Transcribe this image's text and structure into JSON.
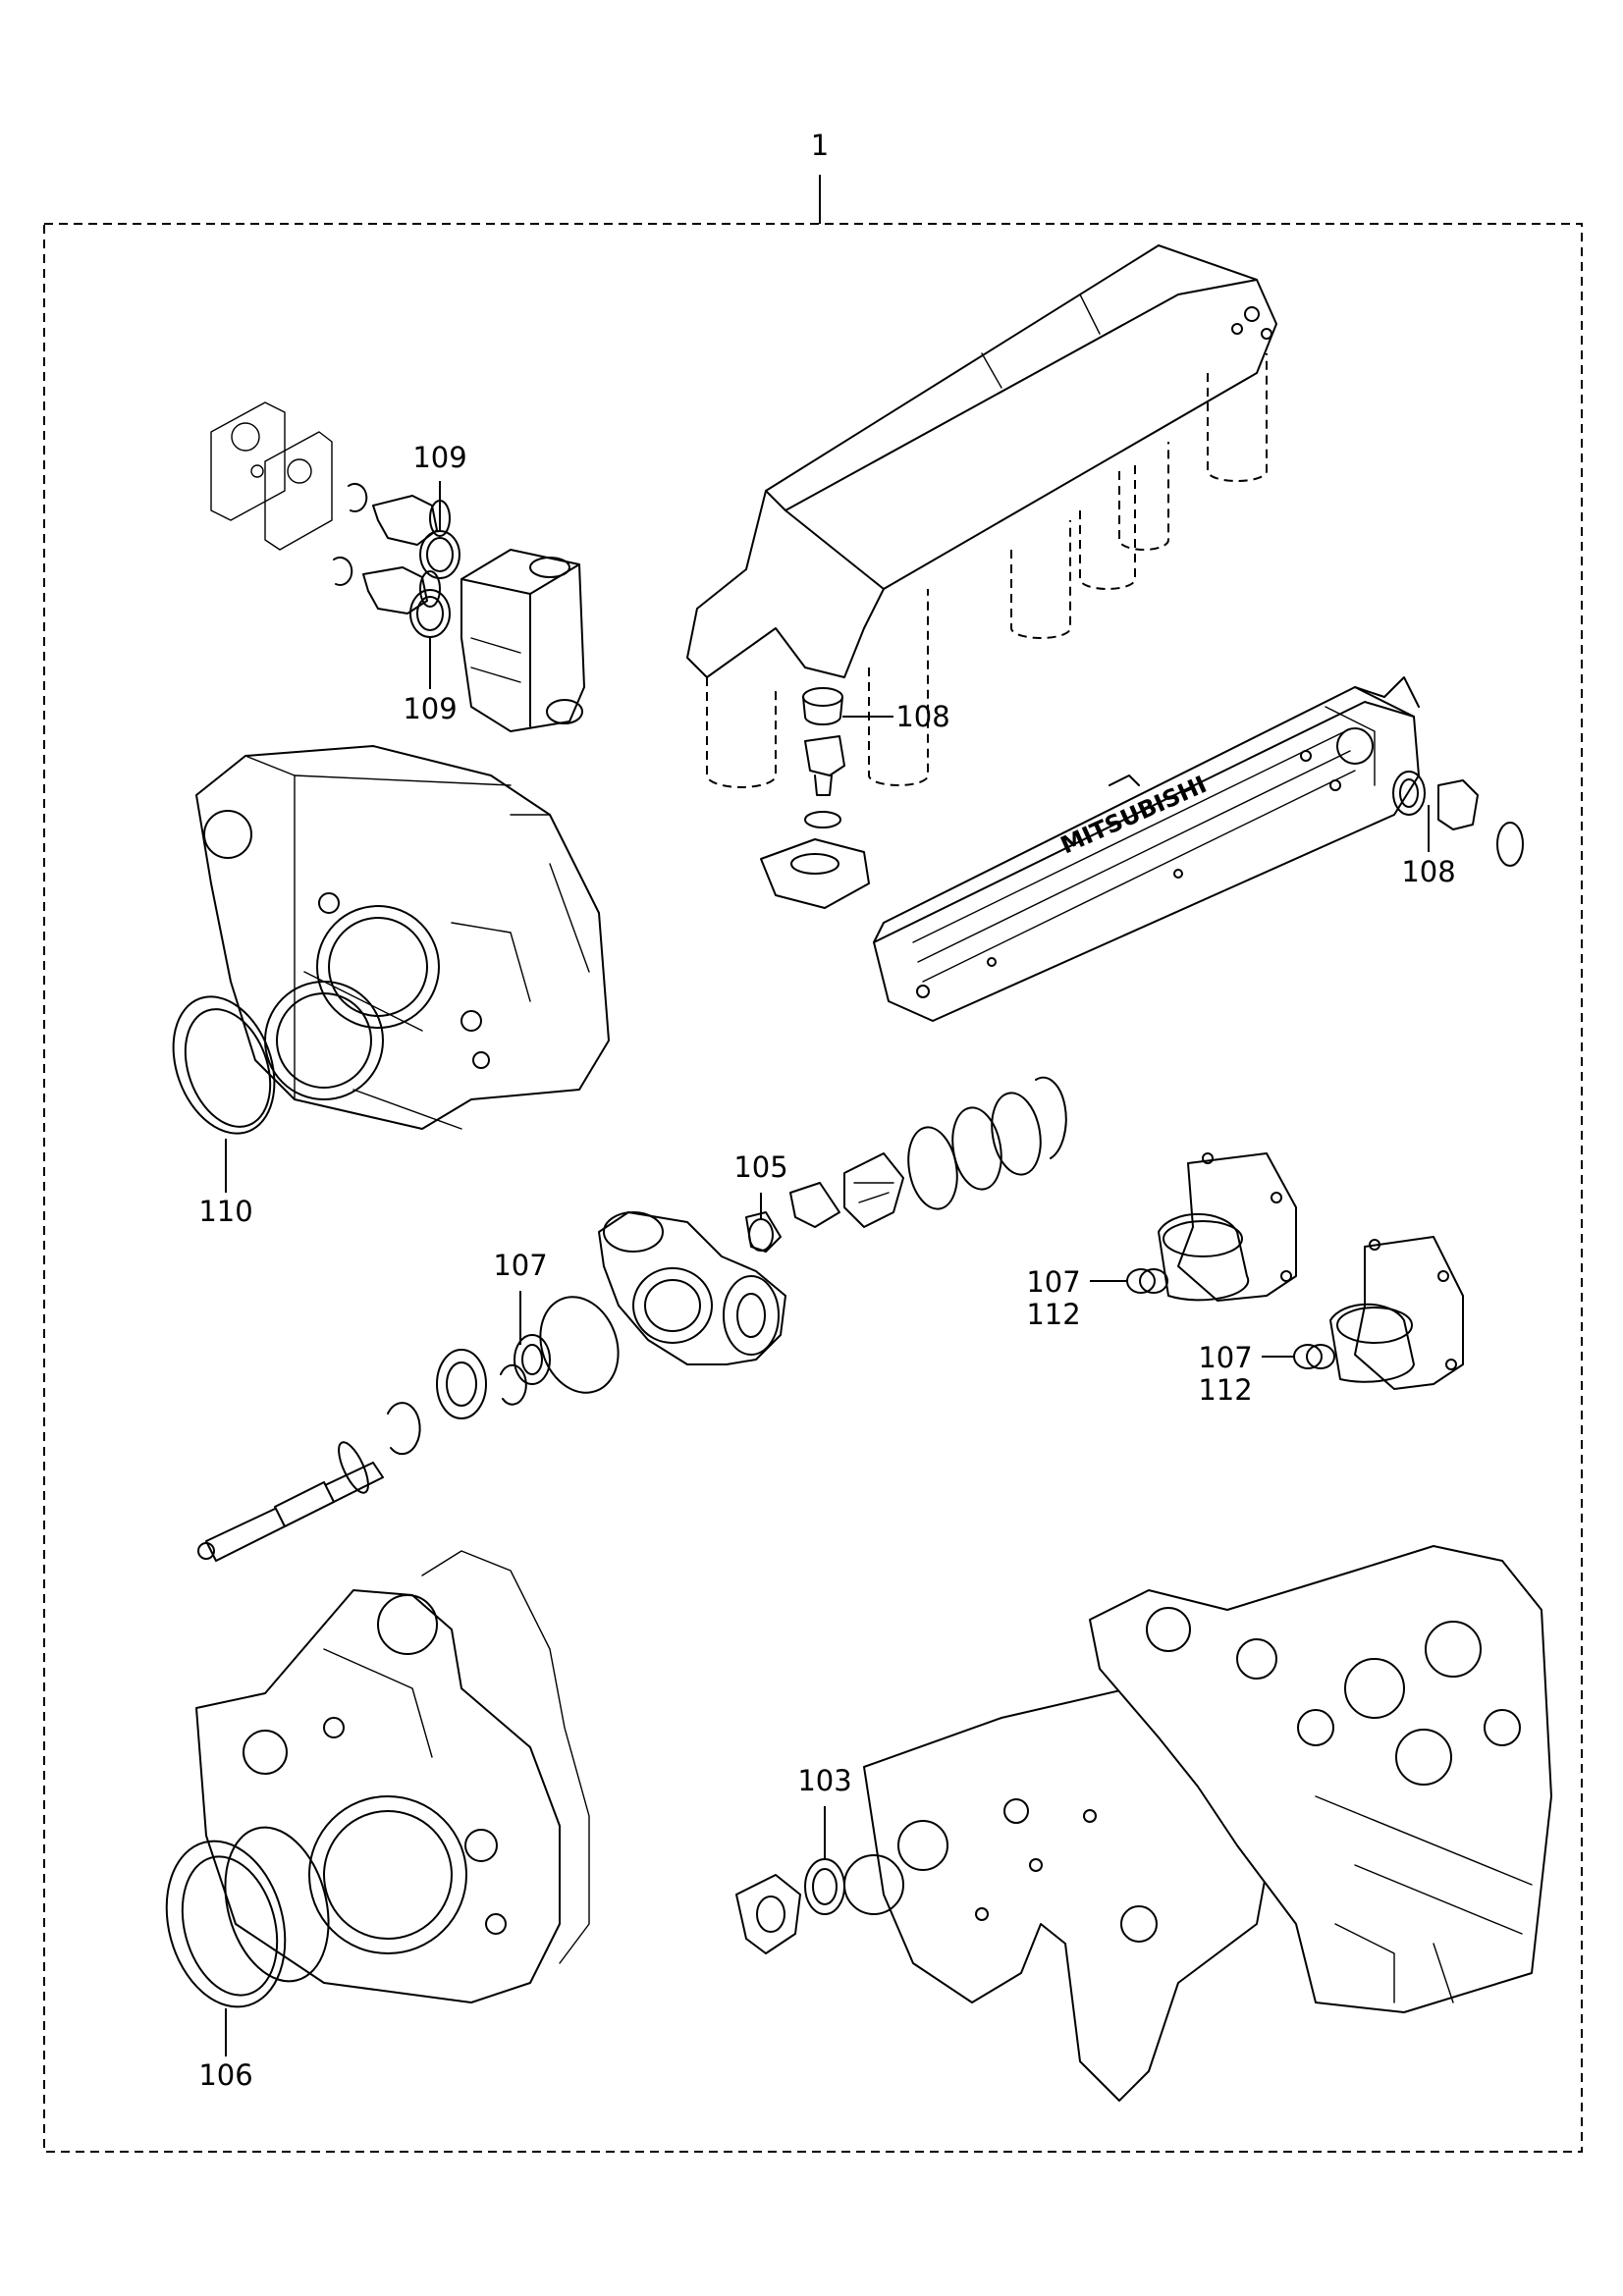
{
  "diagram": {
    "assembly_label": "1",
    "callouts": {
      "c109_top": "109",
      "c109_bottom": "109",
      "c108_upper": "108",
      "c108_right": "108",
      "c110": "110",
      "c105": "105",
      "c107_center": "107",
      "c107_right_a": "107",
      "c112_right_a": "112",
      "c107_right_b": "107",
      "c112_right_b": "112",
      "c103": "103",
      "c106": "106"
    },
    "nameplate_text": "MITSUBISHI"
  }
}
